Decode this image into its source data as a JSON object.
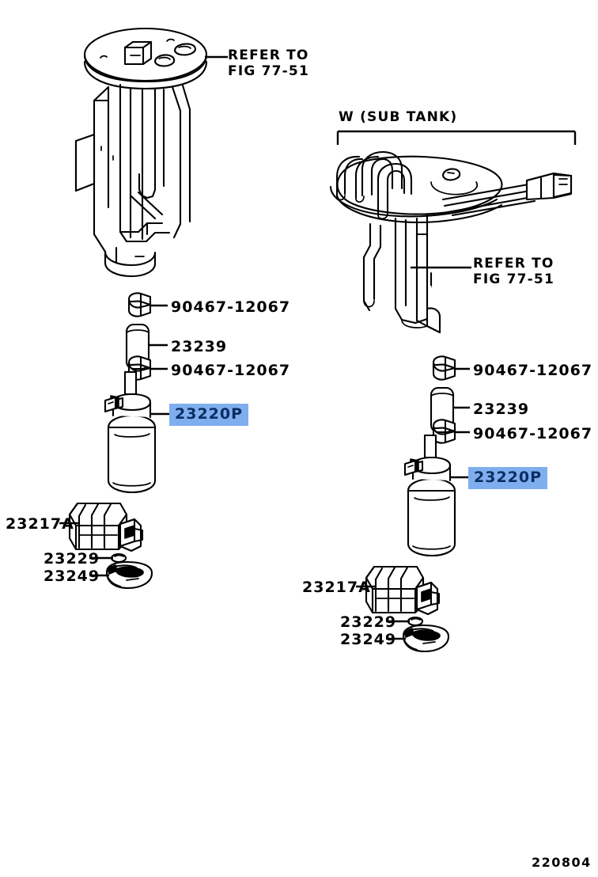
{
  "diagram": {
    "figure_number": "220804",
    "group_header": "W (SUB TANK)",
    "refer_callout_main": "REFER TO\nFIG 77-51",
    "refer_callout_sub": "REFER TO\nFIG 77-51"
  },
  "left_column": {
    "clip_upper": "90467-12067",
    "hose": "23239",
    "clip_lower": "90467-12067",
    "fuel_pump": "23220P",
    "filter": "23217A",
    "grommet": "23229",
    "bracket": "23249"
  },
  "right_column": {
    "clip_upper": "90467-12067",
    "hose": "23239",
    "clip_lower": "90467-12067",
    "fuel_pump": "23220P",
    "filter": "23217A",
    "grommet": "23229",
    "bracket": "23249"
  },
  "colors": {
    "highlight_background": "#7FAEEF",
    "highlight_text": "#0B2E60",
    "line": "#000000",
    "page_background": "#FFFFFF"
  }
}
